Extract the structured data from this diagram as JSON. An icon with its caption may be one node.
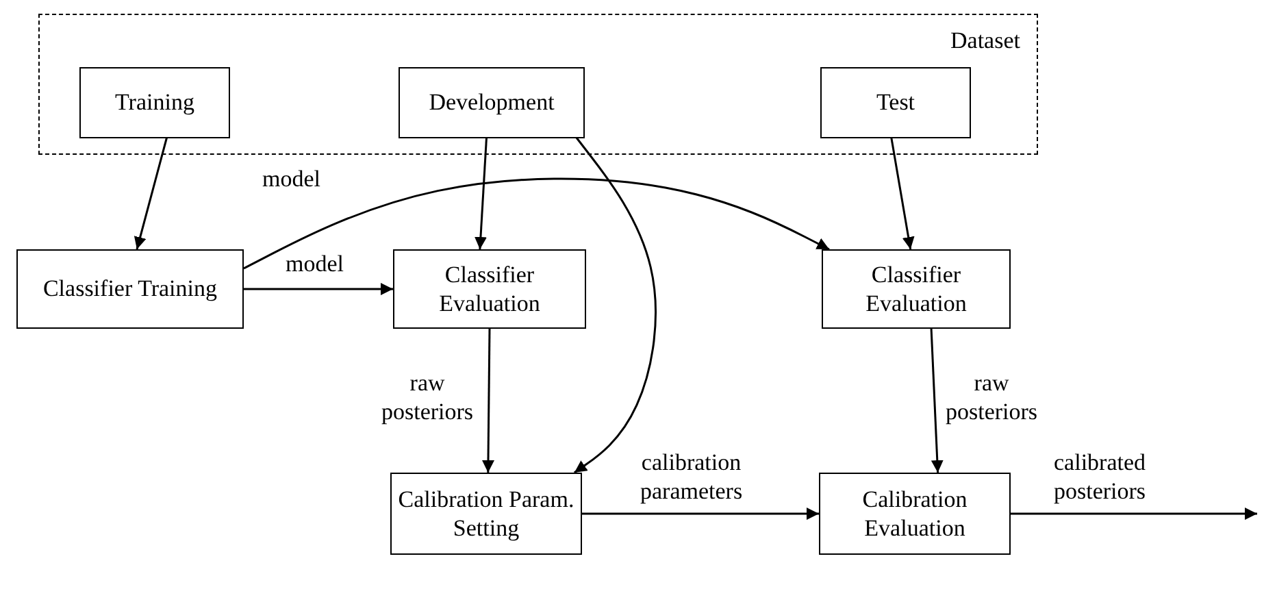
{
  "diagram": {
    "nodes": [
      {
        "text": [
          "Dataset"
        ]
      },
      {
        "text": [
          "Training"
        ],
        "in": 0
      },
      {
        "text": [
          "Development"
        ],
        "in": 0
      },
      {
        "text": [
          "Test"
        ],
        "in": 0
      },
      {
        "text": [
          "Classifier Training"
        ]
      },
      {
        "text": [
          "Classifier Evaluation"
        ]
      },
      {
        "text": [
          "Classifier Evaluation"
        ]
      },
      {
        "text": [
          "Calibration Param. Setting"
        ]
      },
      {
        "text": [
          "Calibration Evaluation"
        ]
      }
    ],
    "edges": [
      {
        "from": 1,
        "to": 4,
        "arrow": "to"
      },
      {
        "from": 2,
        "to": 5,
        "arrow": "to"
      },
      {
        "from": 2,
        "to": 7,
        "arrow": "to"
      },
      {
        "from": 3,
        "to": 6,
        "arrow": "to"
      },
      {
        "from": 4,
        "to": 5,
        "arrow": "to",
        "label": "model"
      },
      {
        "from": 4,
        "to": 6,
        "arrow": "to",
        "label": "model"
      },
      {
        "from": 5,
        "to": 7,
        "arrow": "to",
        "label": "raw posteriors"
      },
      {
        "from": 6,
        "to": 8,
        "arrow": "to",
        "label": "raw posteriors"
      },
      {
        "from": 7,
        "to": 8,
        "arrow": "to",
        "label": "calibration parameters"
      },
      {
        "from": 8,
        "to": null,
        "arrow": "to",
        "label": "calibrated posteriors"
      }
    ]
  }
}
